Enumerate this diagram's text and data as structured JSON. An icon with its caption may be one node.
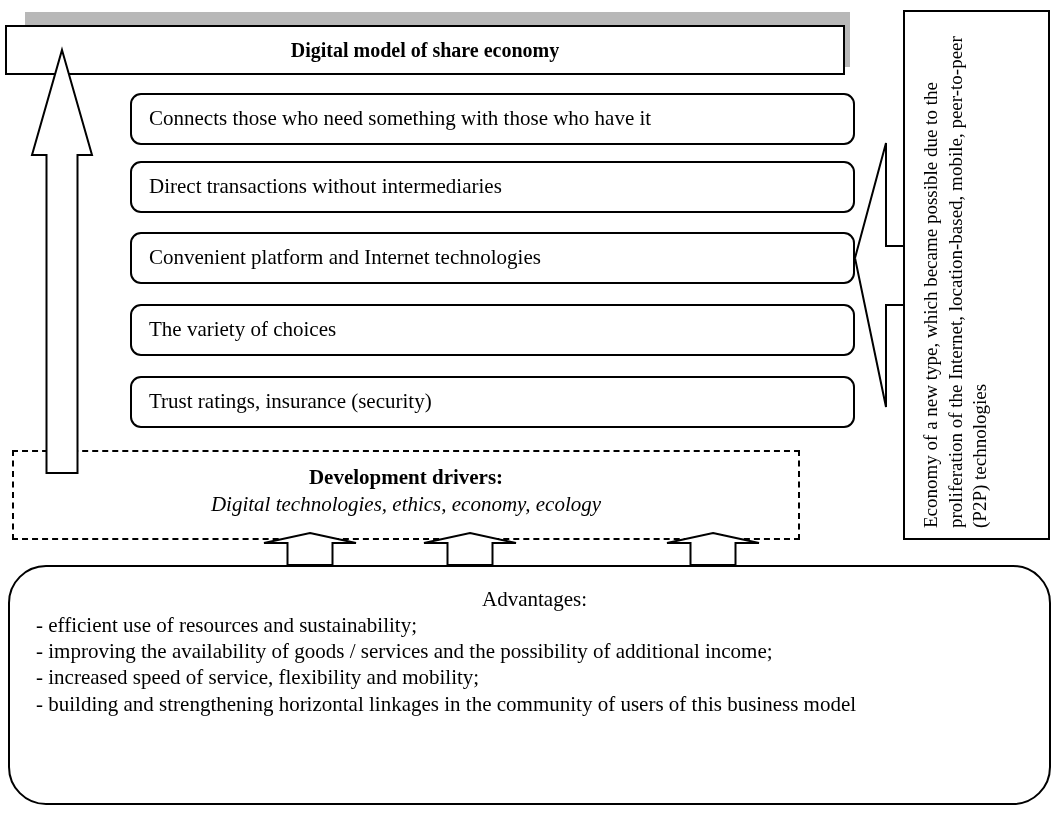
{
  "diagram": {
    "nodes": [
      {
        "text": [
          "Digital model of share economy"
        ]
      },
      {
        "text": [
          "Connects those who need something with those who have it"
        ]
      },
      {
        "text": [
          "Direct transactions without intermediaries"
        ]
      },
      {
        "text": [
          "Convenient platform and Internet technologies"
        ]
      },
      {
        "text": [
          "The variety of choices"
        ]
      },
      {
        "text": [
          "Trust ratings, insurance (security)"
        ]
      },
      {
        "text": [
          "Development drivers:",
          "Digital technologies, ethics, economy, ecology"
        ]
      },
      {
        "text": [
          "Advantages:",
          "- efficient use of resources and sustainability;",
          "- improving the availability of goods / services and the possibility of additional income;",
          "- increased speed of service, flexibility and mobility;",
          "- building and strengthening horizontal linkages in the community of users of this business model"
        ]
      },
      {
        "text": [
          "Economy of a new type, which became possible due to the proliferation of the Internet, location-based, mobile, peer-to-peer (P2P) technologies"
        ]
      }
    ],
    "edges": [
      {
        "from": 6,
        "to": 0,
        "arrow": "to"
      },
      {
        "from": 7,
        "to": 6,
        "arrow": "to"
      },
      {
        "from": 7,
        "to": 6,
        "arrow": "to"
      },
      {
        "from": 7,
        "to": 6,
        "arrow": "to"
      },
      {
        "from": 8,
        "to": 3,
        "arrow": "none"
      }
    ]
  }
}
